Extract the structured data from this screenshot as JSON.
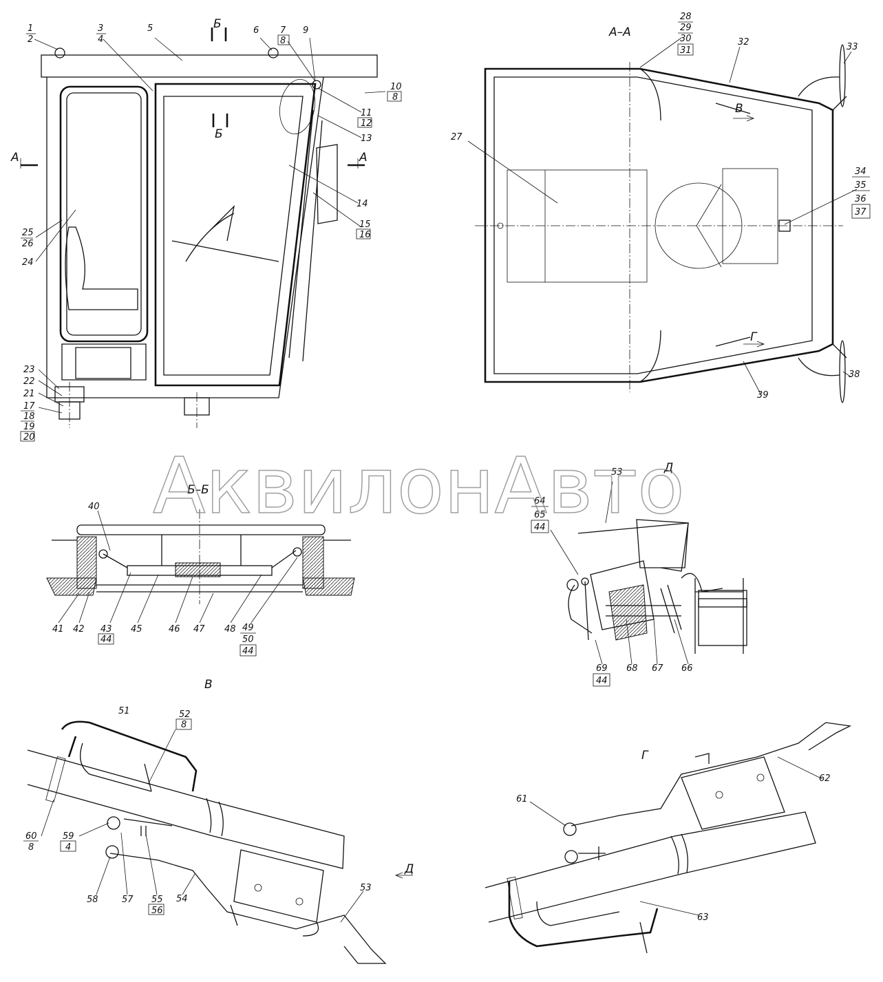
{
  "watermark": "АквилонАвто",
  "side_view": {
    "labels": {
      "p1": "1",
      "p2": "2",
      "p3": "3",
      "p4": "4",
      "p5": "5",
      "p6": "6",
      "p7": "7",
      "p8": "8",
      "p9": "9",
      "p10": "10",
      "p10b": "8",
      "p11": "11",
      "p12": "12",
      "p13": "13",
      "p14": "14",
      "p15": "15",
      "p16": "16",
      "p17": "17",
      "p18": "18",
      "p19": "19",
      "p20": "20",
      "p21": "21",
      "p22": "22",
      "p23": "23",
      "p24": "24",
      "p25": "25",
      "p26": "26"
    },
    "section_b": "Б",
    "section_a": "А"
  },
  "top_view": {
    "title": "А–А",
    "labels": {
      "p27": "27",
      "p28": "28",
      "p29": "29",
      "p30": "30",
      "p31": "31",
      "p32": "32",
      "p33": "33",
      "p34": "34",
      "p35": "35",
      "p36": "36",
      "p37": "37",
      "p38": "38",
      "p39": "39"
    },
    "arrow_v": "В",
    "arrow_g": "Г"
  },
  "section_bb": {
    "title": "Б–Б",
    "labels": {
      "p40": "40",
      "p41": "41",
      "p42": "42",
      "p43": "43",
      "p44a": "44",
      "p45": "45",
      "p46": "46",
      "p47": "47",
      "p48": "48",
      "p49": "49",
      "p50": "50",
      "p44b": "44"
    }
  },
  "detail_d": {
    "title": "Д",
    "labels": {
      "p53": "53",
      "p64": "64",
      "p65": "65",
      "p44": "44",
      "p69": "69",
      "p44b": "44",
      "p68": "68",
      "p67": "67",
      "p66": "66"
    }
  },
  "view_v": {
    "title": "В",
    "arrow_d": "Д",
    "labels": {
      "p51": "51",
      "p52": "52",
      "p52b": "8",
      "p60": "60",
      "p60b": "8",
      "p59": "59",
      "p59b": "4",
      "p58": "58",
      "p57": "57",
      "p55": "55",
      "p56": "56",
      "p54": "54",
      "p53": "53"
    }
  },
  "view_g": {
    "title": "Г",
    "labels": {
      "p61": "61",
      "p62": "62",
      "p63": "63"
    }
  }
}
